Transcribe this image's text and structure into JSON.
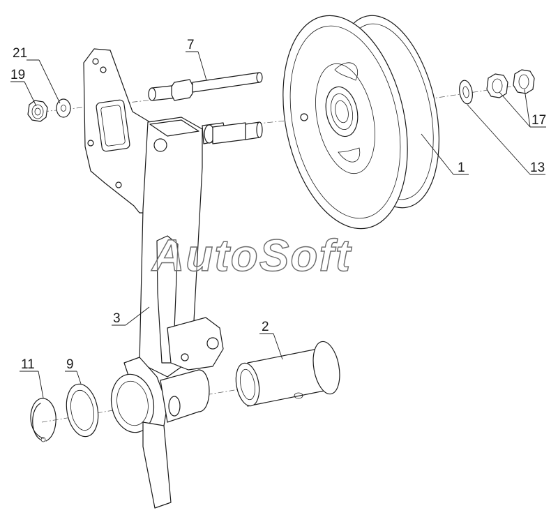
{
  "watermark": "AutoSoft",
  "callouts": {
    "c1": "1",
    "c2": "2",
    "c3": "3",
    "c7": "7",
    "c9": "9",
    "c11": "11",
    "c13": "13",
    "c17": "17",
    "c19": "19",
    "c21": "21"
  },
  "colors": {
    "line": "#1a1a1a",
    "background": "#ffffff",
    "watermark_stroke": "#6a6a6a"
  }
}
